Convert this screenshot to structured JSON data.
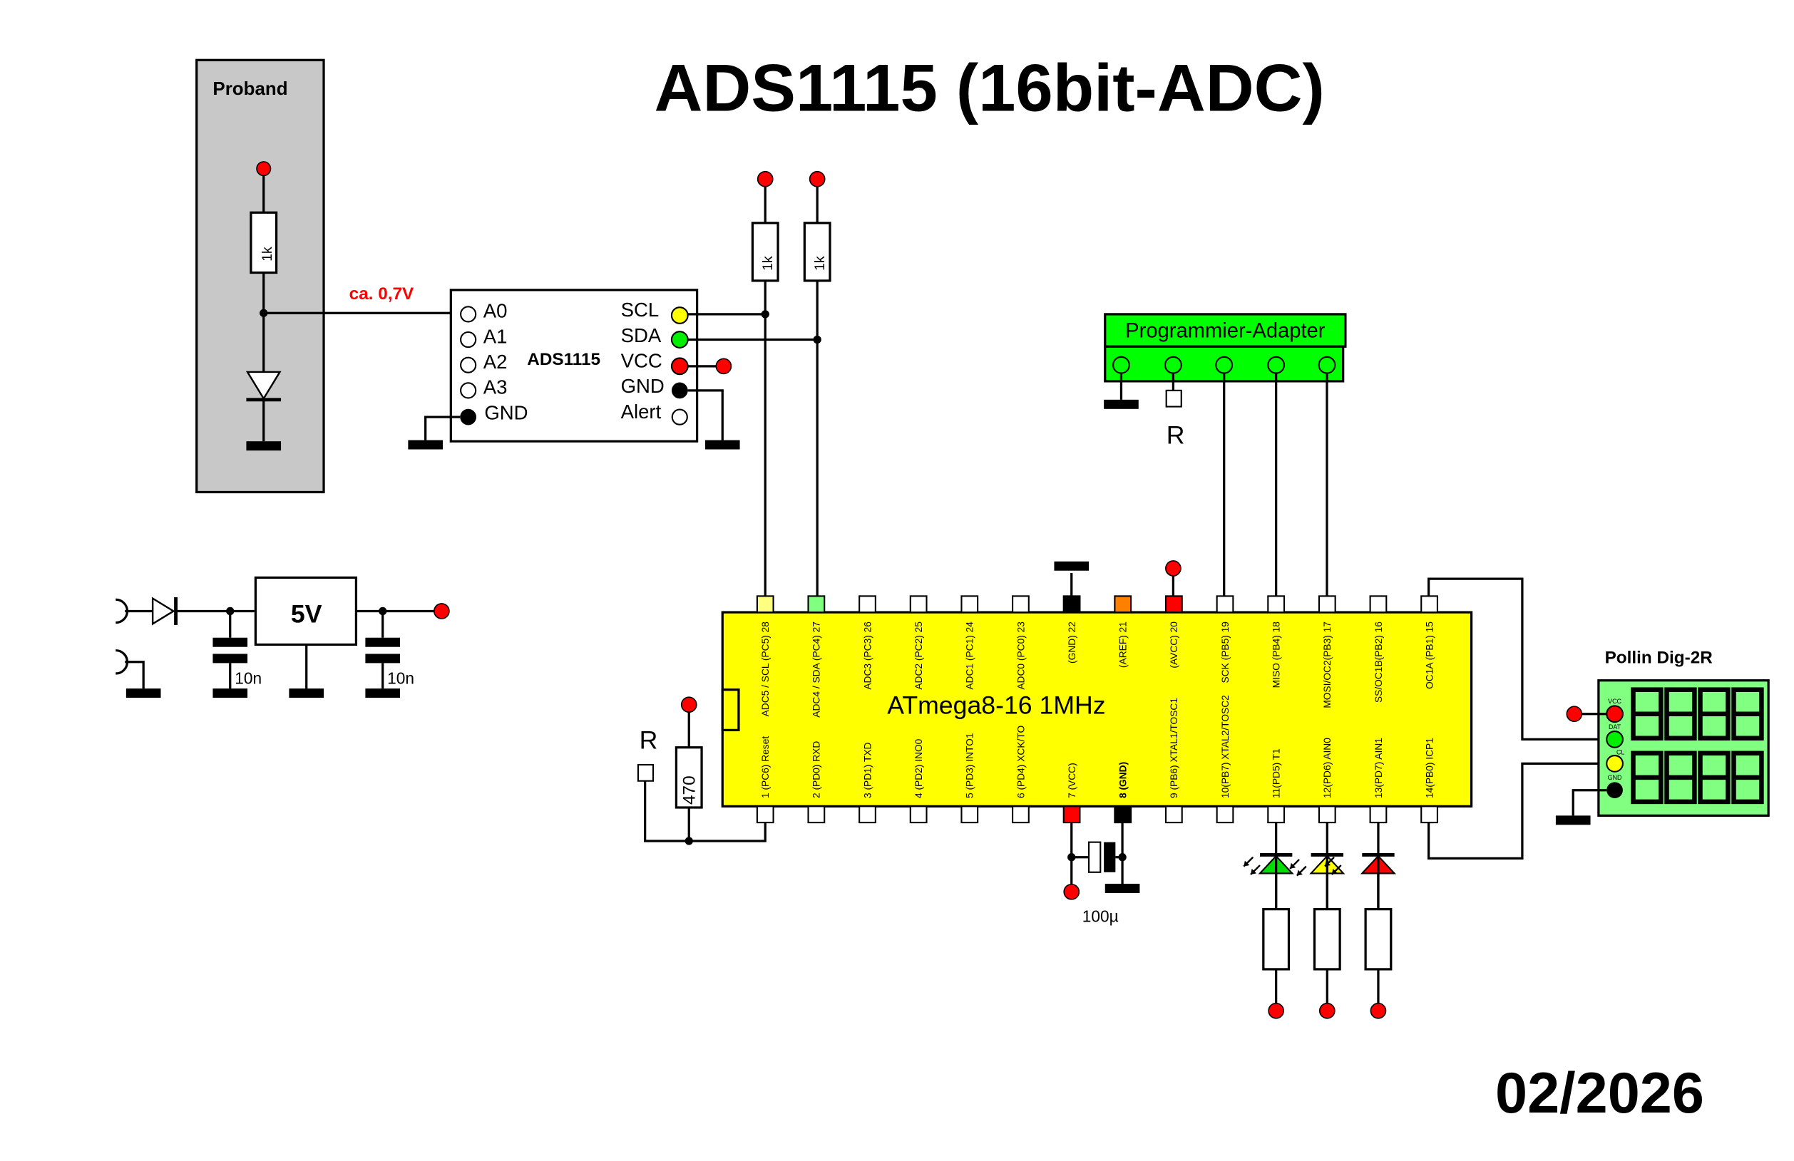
{
  "title": "ADS1115 (16bit-ADC)",
  "date": "02/2026",
  "colors": {
    "wire": "#000000",
    "vcc_terminal": "#ff0000",
    "proband_bg": "#c8c8c8",
    "chip_body": "#ffff00",
    "adapter_bg": "#00ff00",
    "display_bg": "#80ff80",
    "pin_scl": "#ffff80",
    "pin_sda": "#80ff80",
    "pin_aref": "#ff8000",
    "pin_vcc": "#ff0000",
    "pin_gnd": "#000000"
  },
  "proband": {
    "label": "Proband",
    "resistor_value": "1k",
    "voltage_note": "ca. 0,7V"
  },
  "ads1115": {
    "label": "ADS1115",
    "left_pins": [
      "A0",
      "A1",
      "A2",
      "A3",
      "GND"
    ],
    "right_pins": [
      "SCL",
      "SDA",
      "VCC",
      "GND",
      "Alert"
    ]
  },
  "pullups": [
    {
      "value": "1k",
      "net": "SCL"
    },
    {
      "value": "1k",
      "net": "SDA"
    }
  ],
  "power_supply": {
    "regulator_label": "5V",
    "cap_in": "10n",
    "cap_out": "10n"
  },
  "programmer": {
    "label": "Programmier-Adapter",
    "reset_label": "R",
    "pins": 5
  },
  "mcu": {
    "label": "ATmega8-16  1MHz",
    "top_pins": [
      "ADC5 / SCL (PC5) 28",
      "ADC4 / SDA (PC4) 27",
      "ADC3 (PC3) 26",
      "ADC2 (PC2) 25",
      "ADC1 (PC1) 24",
      "ADC0 (PC0) 23",
      "(GND) 22",
      "(AREF) 21",
      "(AVCC) 20",
      "SCK (PB5) 19",
      "MISO (PB4) 18",
      "MOSI/OC2(PB3) 17",
      "SS/OC1B(PB2) 16",
      "OC1A (PB1) 15"
    ],
    "bottom_pins": [
      "1 (PC6) Reset",
      "2 (PD0) RXD",
      "3 (PD1) TXD",
      "4 (PD2) INO0",
      "5 (PD3) INTO1",
      "6 (PD4) XCK/TO",
      "7 (VCC)",
      "8 (GND)",
      "9 (PB6) XTAL1/TOSC1",
      "10(PB7) XTAL2/TOSC2",
      "11(PD5) T1",
      "12(PD6) AIN0",
      "13(PD7) AIN1",
      "14(PB0) ICP1"
    ]
  },
  "reset_circuit": {
    "label": "R",
    "resistor_value": "470"
  },
  "decoupling": {
    "value": "100µ"
  },
  "leds": [
    {
      "color": "#00dd00",
      "name": "green"
    },
    {
      "color": "#ffff00",
      "name": "yellow"
    },
    {
      "color": "#ff0000",
      "name": "red"
    }
  ],
  "display": {
    "label": "Pollin Dig-2R",
    "pins": [
      "VCC",
      "DAT",
      "CL",
      "GND"
    ],
    "digits_per_row": 4,
    "rows": 2
  }
}
